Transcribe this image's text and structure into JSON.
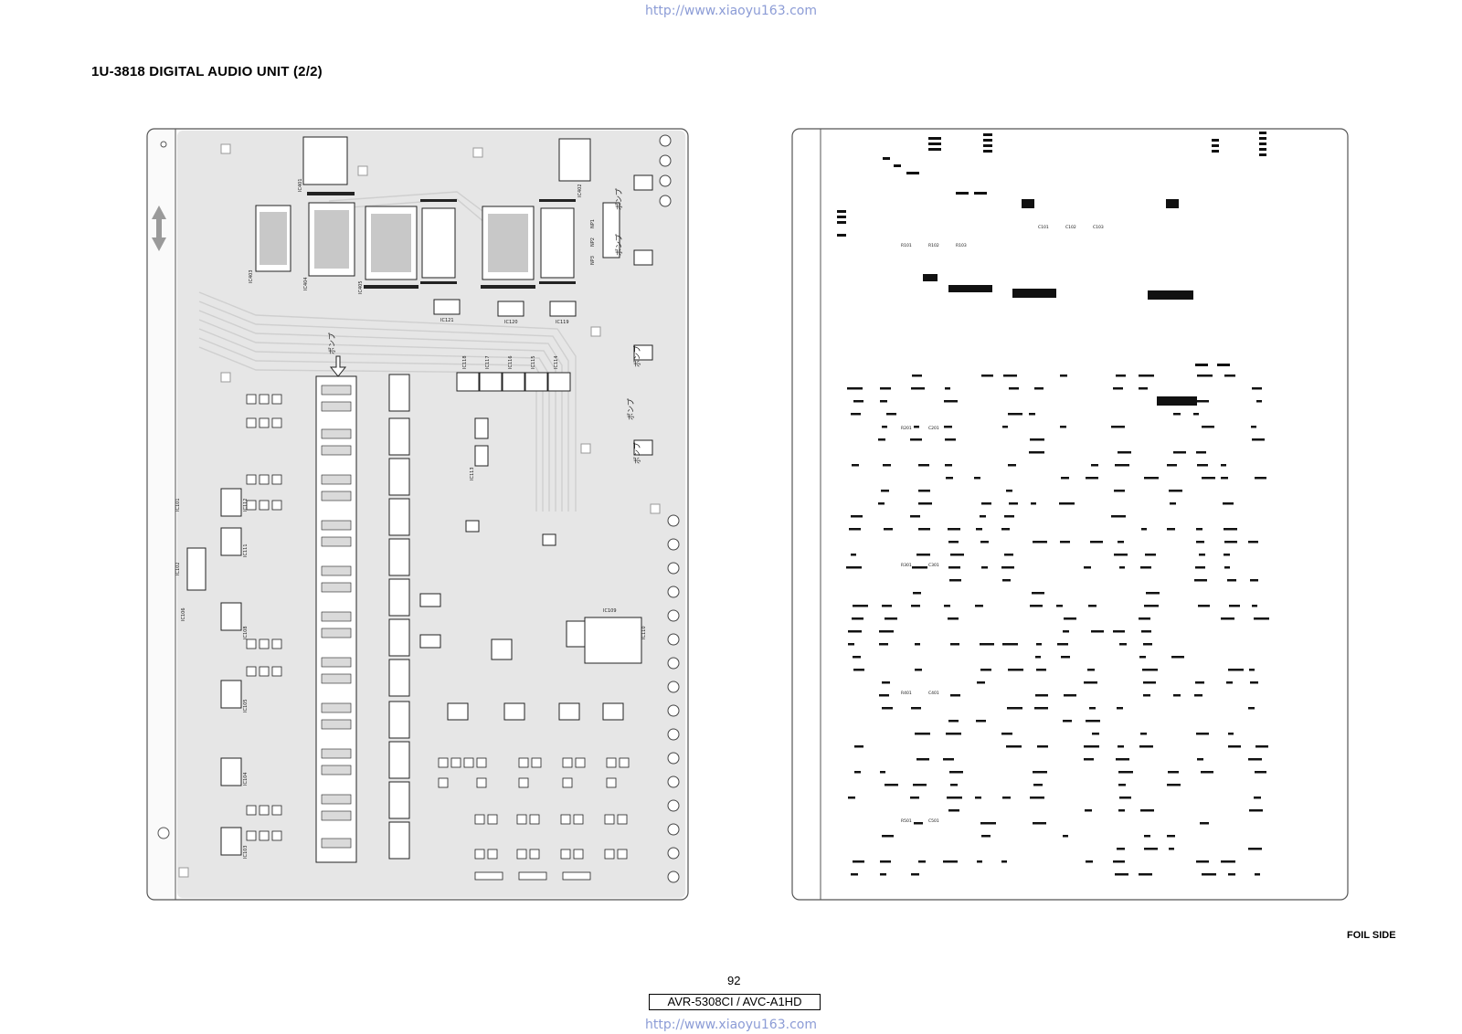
{
  "header": {
    "url": "http://www.xiaoyu163.com"
  },
  "title": "1U-3818 DIGITAL AUDIO UNIT (2/2)",
  "left_board": {
    "pump_labels": [
      "ポンプ",
      "ポンプ",
      "ポンプ",
      "ポンプ",
      "ポンプ",
      "ポンプ"
    ],
    "designators": [
      "IC403",
      "IC404",
      "IC405",
      "IC401",
      "IC402",
      "IC121",
      "IC120",
      "IC119",
      "IC118",
      "IC117",
      "IC116",
      "IC115",
      "IC114",
      "IC113",
      "IC112",
      "IC111",
      "IC110",
      "IC109",
      "IC108",
      "IC106",
      "IC105",
      "IC104",
      "IC103",
      "IC102",
      "IC101",
      "NP1",
      "NP2",
      "NP3"
    ]
  },
  "right_board": {
    "designators": [
      "R101",
      "R102",
      "R103",
      "C101",
      "C102",
      "C103",
      "R201",
      "C201",
      "R301",
      "C301",
      "R401",
      "C401",
      "R501",
      "C501"
    ]
  },
  "foil_side": "FOIL SIDE",
  "page_number": "92",
  "model": "AVR-5308CI / AVC-A1HD",
  "footer": {
    "url": "http://www.xiaoyu163.com"
  }
}
